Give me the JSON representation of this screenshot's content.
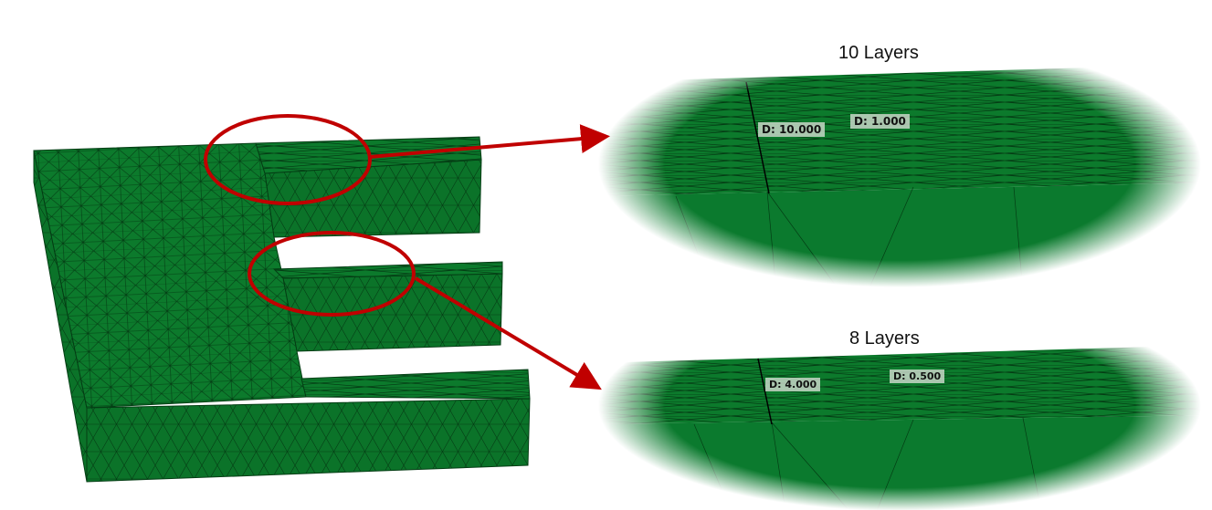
{
  "colors": {
    "mesh_green": "#0c7a2c",
    "mesh_dark": "#086323",
    "accent_red": "#c00000"
  },
  "top_detail": {
    "title": "10 Layers",
    "measure_a": "D: 10.000",
    "measure_b": "D: 1.000"
  },
  "bottom_detail": {
    "title": "8 Layers",
    "measure_a": "D: 4.000",
    "measure_b": "D: 0.500"
  }
}
